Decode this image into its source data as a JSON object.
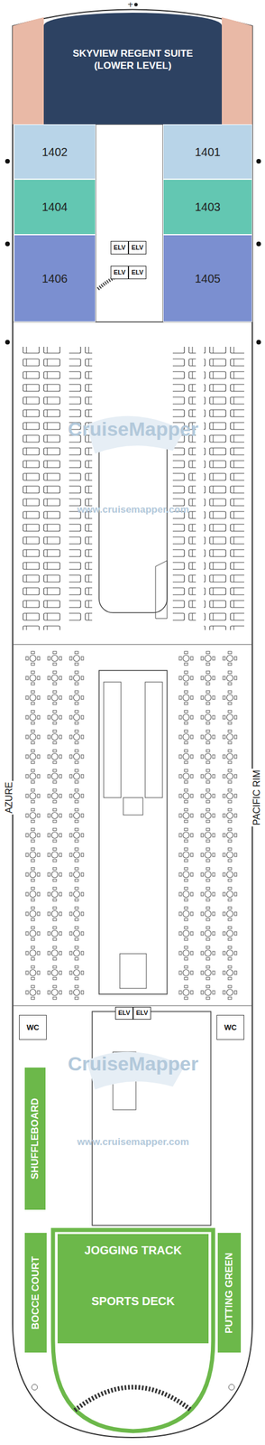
{
  "diagram": {
    "nodes": [
      {
        "text": [
          "SKYVIEW REGENT SUITE (LOWER LEVEL)"
        ]
      },
      {
        "text": [
          "1402"
        ]
      },
      {
        "text": [
          "1401"
        ]
      },
      {
        "text": [
          "1404"
        ]
      },
      {
        "text": [
          "1403"
        ]
      },
      {
        "text": [
          "1406"
        ]
      },
      {
        "text": [
          "1405"
        ]
      },
      {
        "text": [
          "ELV"
        ]
      },
      {
        "text": [
          "ELV"
        ]
      },
      {
        "text": [
          "ELV"
        ]
      },
      {
        "text": [
          "ELV"
        ]
      },
      {
        "text": [
          "ELV"
        ]
      },
      {
        "text": [
          "ELV"
        ]
      },
      {
        "text": [
          "WC"
        ]
      },
      {
        "text": [
          "WC"
        ]
      },
      {
        "text": [
          "SHUFFLEBOARD"
        ]
      },
      {
        "text": [
          "BOCCE COURT"
        ]
      },
      {
        "text": [
          "PUTTING GREEN"
        ]
      },
      {
        "text": [
          "JOGGING TRACK",
          "SPORTS DECK"
        ]
      }
    ],
    "labels": [
      "AZURE",
      "PACIFIC RIM",
      "CruiseMapper",
      "www.cruisemapper.com",
      "CruiseMapper",
      "www.cruisemapper.com"
    ]
  }
}
